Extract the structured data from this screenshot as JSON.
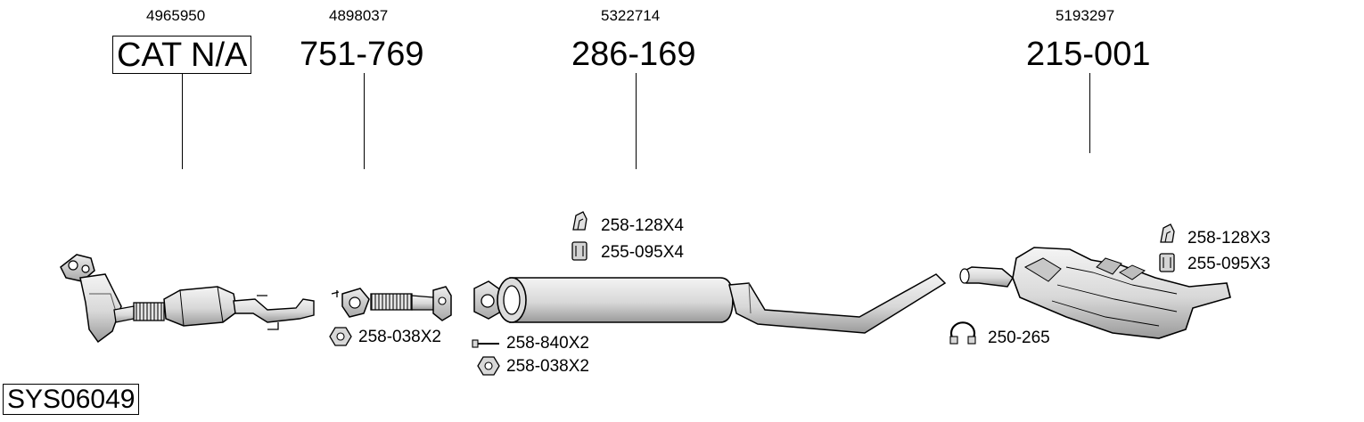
{
  "oem_numbers": [
    "4965950",
    "4898037",
    "5322714",
    "5193297"
  ],
  "part_numbers": [
    "CAT N/A",
    "751-769",
    "286-169",
    "215-001"
  ],
  "accessories": {
    "front_pipe_nut": "258-038X2",
    "center_bolt": "258-840X2",
    "center_nut": "258-038X2",
    "center_hanger": "258-128X4",
    "center_rubber": "255-095X4",
    "rear_hanger": "258-128X3",
    "rear_rubber": "255-095X3",
    "rear_clamp": "250-265"
  },
  "system_id": "SYS06049",
  "icons": [
    "hanger-icon",
    "rubber-mount-icon",
    "nut-icon",
    "bolt-icon",
    "clamp-icon"
  ]
}
